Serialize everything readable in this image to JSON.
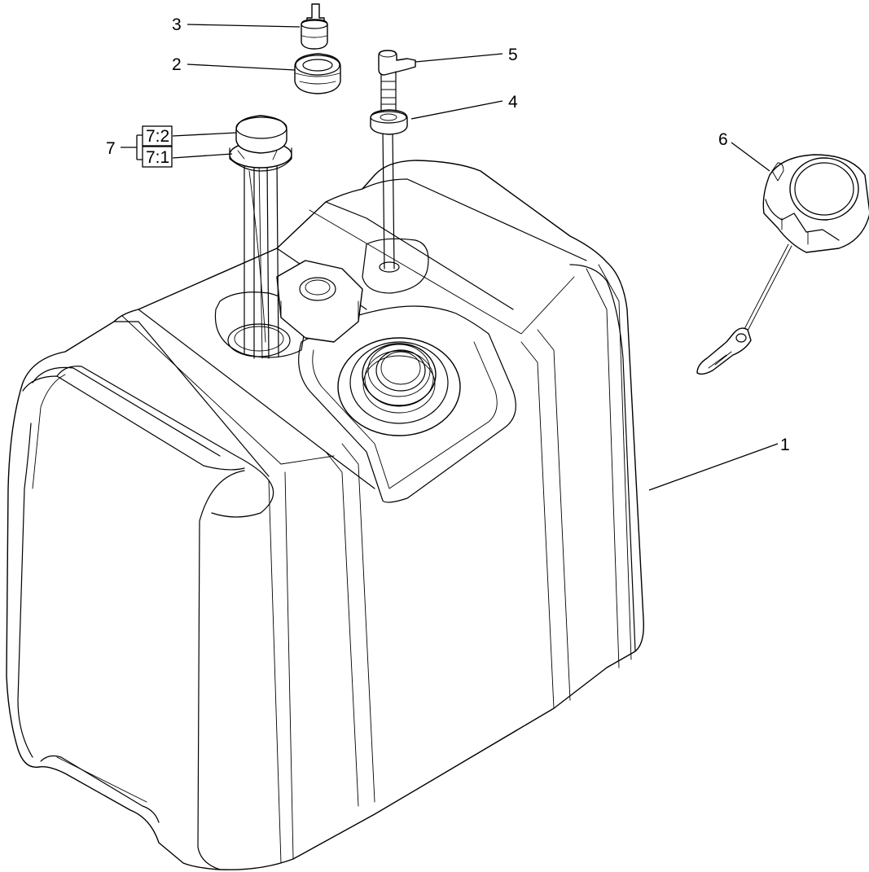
{
  "callouts": {
    "c1": "1",
    "c2": "2",
    "c3": "3",
    "c4": "4",
    "c5": "5",
    "c6": "6",
    "c7": "7",
    "c7_2": "7:2",
    "c7_1": "7:1"
  },
  "parts": [
    {
      "callout": "1",
      "icon": "fuel-tank-icon"
    },
    {
      "callout": "2",
      "icon": "grommet-icon"
    },
    {
      "callout": "3",
      "icon": "vent-fitting-icon"
    },
    {
      "callout": "4",
      "icon": "fuel-pickup-grommet-icon"
    },
    {
      "callout": "5",
      "icon": "elbow-fitting-icon"
    },
    {
      "callout": "6",
      "icon": "fuel-cap-icon"
    },
    {
      "callout": "7",
      "icon": "fuel-sender-assembly-icon",
      "sub": [
        "7:2",
        "7:1"
      ]
    }
  ],
  "colors": {
    "line": "#000000",
    "background": "#ffffff"
  }
}
